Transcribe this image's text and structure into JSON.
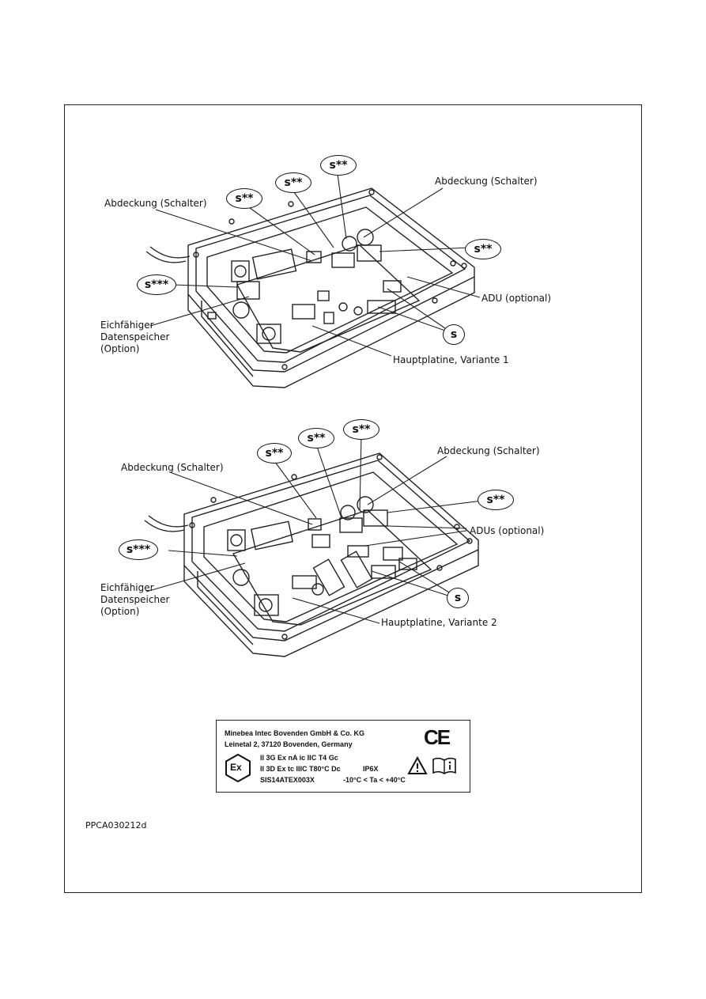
{
  "figure1": {
    "labels": {
      "abdeckung_left": "Abdeckung (Schalter)",
      "abdeckung_right": "Abdeckung (Schalter)",
      "adu": "ADU (optional)",
      "eichfaehig_1": "Eichfähiger",
      "eichfaehig_2": "Datenspeicher",
      "eichfaehig_3": "(Option)",
      "hauptplatine": "Hauptplatine, Variante 1"
    },
    "bubbles": {
      "s1": "s**",
      "s2": "s**",
      "s3": "s**",
      "s4": "s**",
      "s5": "s***",
      "s6": "s"
    }
  },
  "figure2": {
    "labels": {
      "abdeckung_left": "Abdeckung (Schalter)",
      "abdeckung_right": "Abdeckung (Schalter)",
      "adu": "ADUs (optional)",
      "eichfaehig_1": "Eichfähiger",
      "eichfaehig_2": "Datenspeicher",
      "eichfaehig_3": "(Option)",
      "hauptplatine": "Hauptplatine, Variante 2"
    },
    "bubbles": {
      "s1": "s**",
      "s2": "s**",
      "s3": "s**",
      "s4": "s**",
      "s5": "s***",
      "s6": "s"
    }
  },
  "plate": {
    "line1": "Minebea Intec Bovenden GmbH & Co. KG",
    "line2": "Leinetal 2, 37120 Bovenden, Germany",
    "line3": "II 3G Ex nA ic IIC T4 Gc",
    "line4": "II 3D Ex tc IIIC T80°C Dc",
    "ip": "IP6X",
    "cert": "SIS14ATEX003X",
    "temp": "-10°C < Ta < +40°C",
    "ce_mark": "CE",
    "ex_mark": "Ex"
  },
  "doc_code": "PPCA030212d"
}
